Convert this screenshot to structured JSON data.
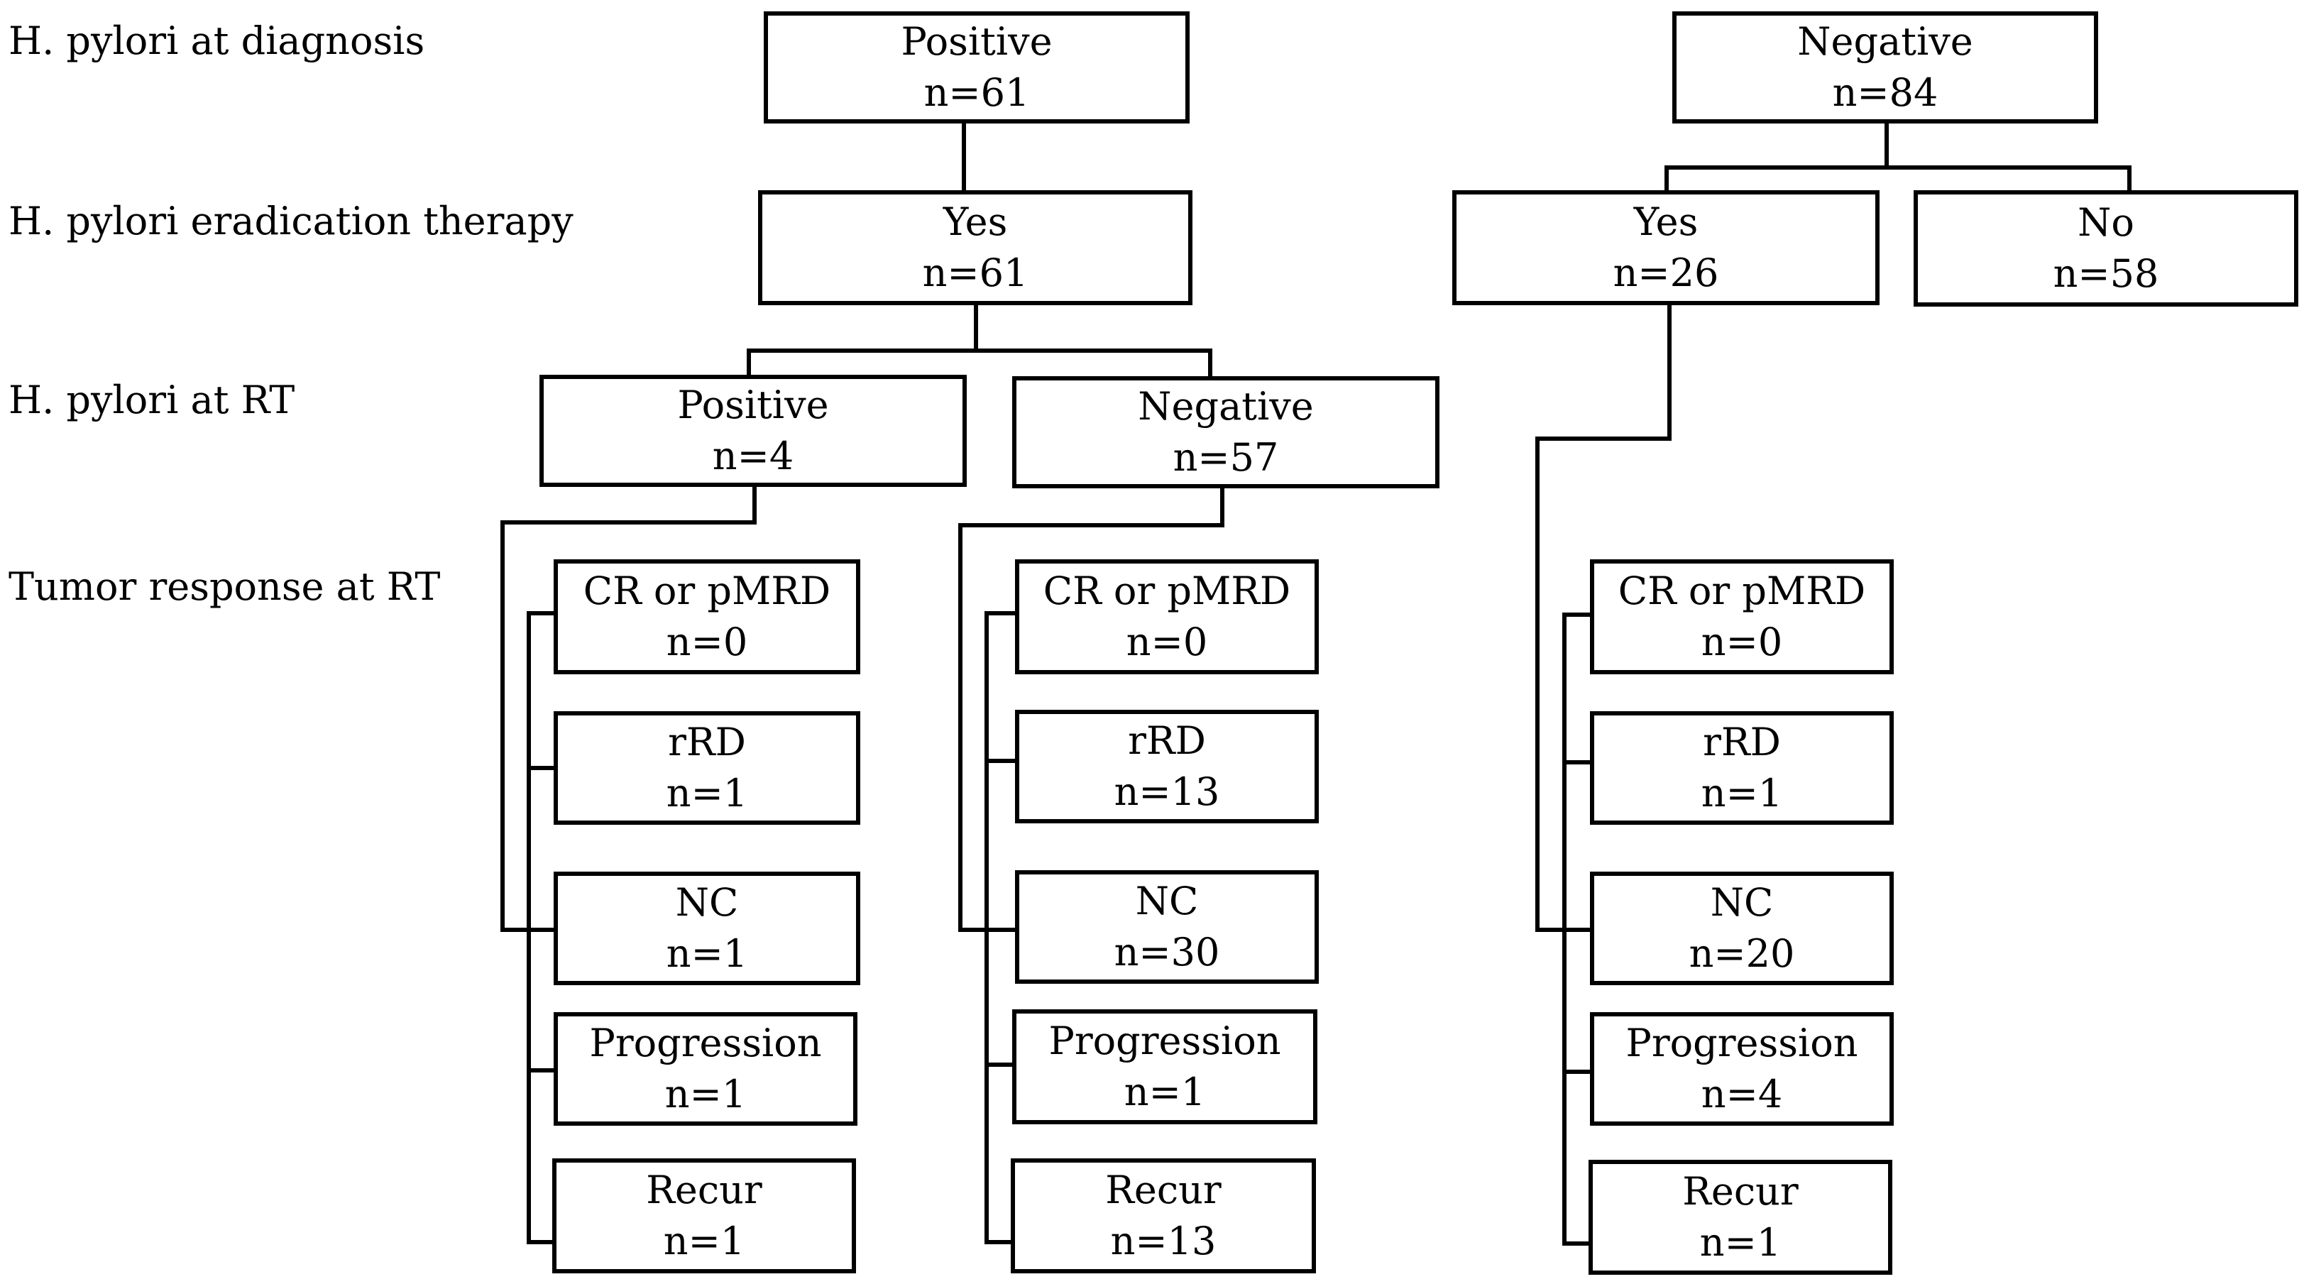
{
  "row_labels": {
    "diagnosis": "H. pylori at diagnosis",
    "eradication": "H. pylori eradication therapy",
    "at_rt": "H. pylori at RT",
    "tumor_response": "Tumor response at RT"
  },
  "diagnosis": {
    "positive": {
      "label": "Positive",
      "count": "n=61"
    },
    "negative": {
      "label": "Negative",
      "count": "n=84"
    }
  },
  "eradication": {
    "positive_yes": {
      "label": "Yes",
      "count": "n=61"
    },
    "negative_yes": {
      "label": "Yes",
      "count": "n=26"
    },
    "negative_no": {
      "label": "No",
      "count": "n=58"
    }
  },
  "at_rt": {
    "positive": {
      "label": "Positive",
      "count": "n=4"
    },
    "negative": {
      "label": "Negative",
      "count": "n=57"
    }
  },
  "response": {
    "rt_positive": [
      {
        "label": "CR or pMRD",
        "count": "n=0"
      },
      {
        "label": "rRD",
        "count": "n=1"
      },
      {
        "label": "NC",
        "count": "n=1"
      },
      {
        "label": "Progression",
        "count": "n=1"
      },
      {
        "label": "Recur",
        "count": "n=1"
      }
    ],
    "rt_negative": [
      {
        "label": "CR or pMRD",
        "count": "n=0"
      },
      {
        "label": "rRD",
        "count": "n=13"
      },
      {
        "label": "NC",
        "count": "n=30"
      },
      {
        "label": "Progression",
        "count": "n=1"
      },
      {
        "label": "Recur",
        "count": "n=13"
      }
    ],
    "diag_negative_yes": [
      {
        "label": "CR or pMRD",
        "count": "n=0"
      },
      {
        "label": "rRD",
        "count": "n=1"
      },
      {
        "label": "NC",
        "count": "n=20"
      },
      {
        "label": "Progression",
        "count": "n=4"
      },
      {
        "label": "Recur",
        "count": "n=1"
      }
    ]
  }
}
